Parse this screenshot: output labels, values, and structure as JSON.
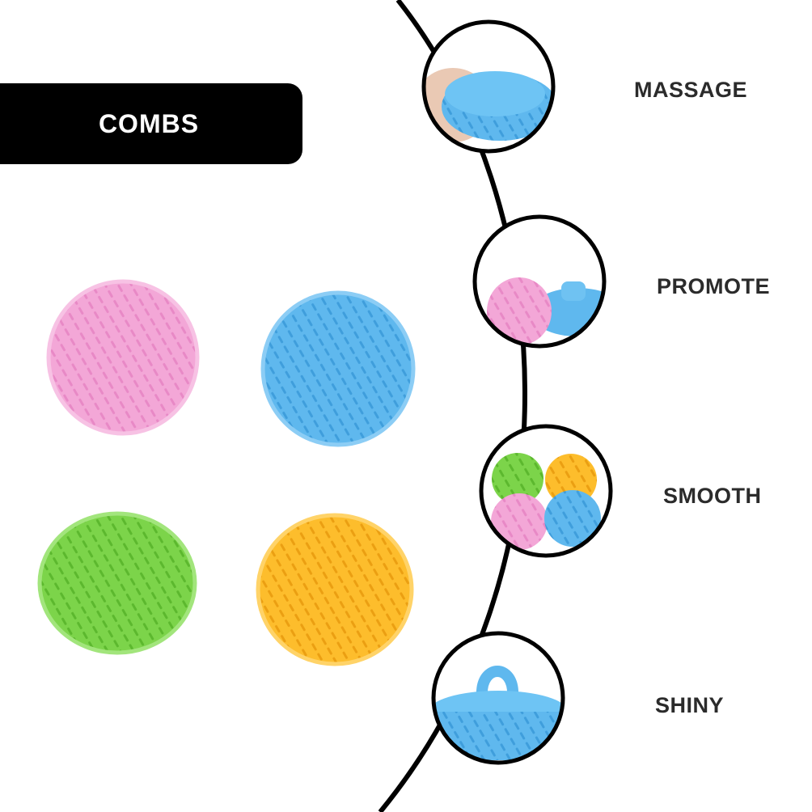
{
  "banner": {
    "title": "COMBS"
  },
  "features": [
    {
      "label": "MASSAGE"
    },
    {
      "label": "PROMOTE"
    },
    {
      "label": "SMOOTH"
    },
    {
      "label": "SHINY"
    }
  ],
  "colors": {
    "pink": "#f3a7d7",
    "blue": "#5fb8ee",
    "green": "#7cd44a",
    "yellow": "#fdbd2c",
    "banner": "#000000"
  }
}
